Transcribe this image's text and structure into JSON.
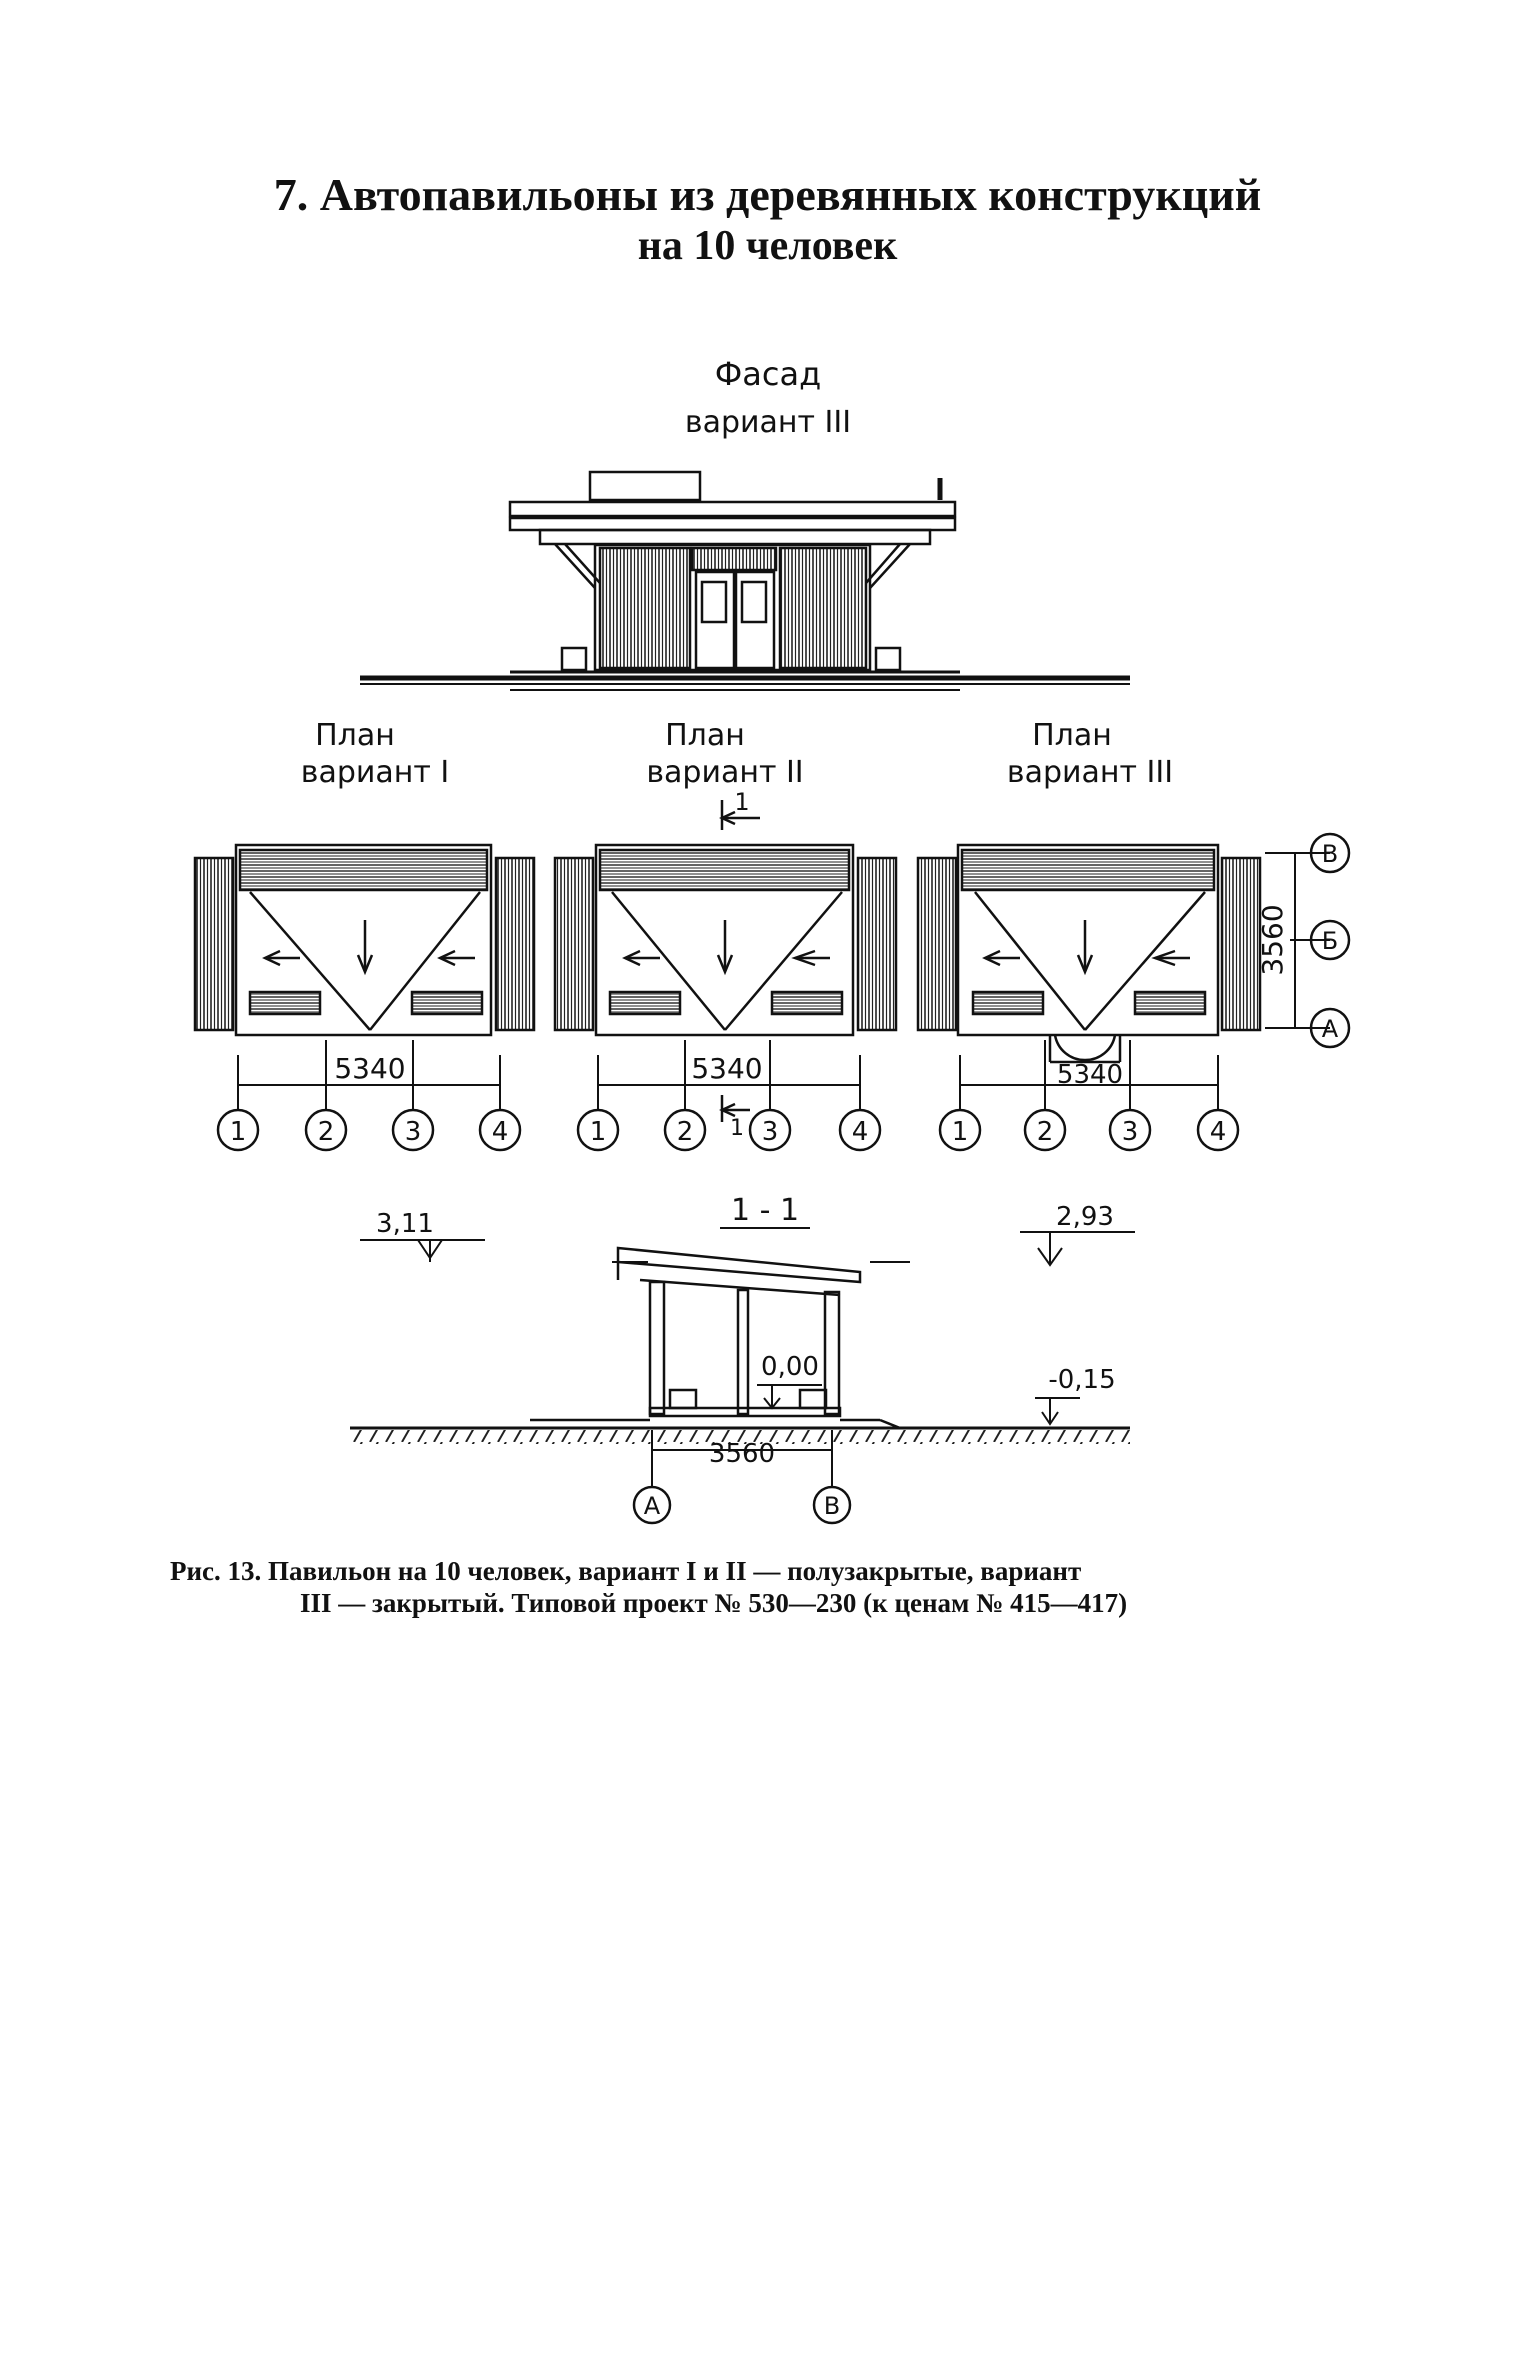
{
  "title": {
    "line1": "7. Автопавильоны из деревянных конструкций",
    "line2": "на 10 человек"
  },
  "facade": {
    "label": "Фасад",
    "variant": "вариант III"
  },
  "plans": [
    {
      "label": "План",
      "variant": "вариант I",
      "dimension": "5340",
      "axes": [
        "1",
        "2",
        "3",
        "4"
      ]
    },
    {
      "label": "План",
      "variant": "вариант II",
      "dimension": "5340",
      "axes": [
        "1",
        "2",
        "3",
        "4"
      ]
    },
    {
      "label": "План",
      "variant": "вариант III",
      "dimension": "5340",
      "axes": [
        "1",
        "2",
        "3",
        "4"
      ]
    }
  ],
  "plan_side": {
    "dimension": "3560",
    "axes": [
      "В",
      "Б",
      "А"
    ]
  },
  "section_mark": {
    "number": "1"
  },
  "section": {
    "title": "1 - 1",
    "level_left": "3,11",
    "level_right": "2,93",
    "level_floor": "0,00",
    "level_ground": "-0,15",
    "dimension": "3560",
    "axes": [
      "А",
      "В"
    ]
  },
  "caption": {
    "line1": "Рис. 13. Павильон на 10 человек, вариант I и II — полузакрытые, вариант",
    "line2": "III — закрытый. Типовой проект № 530—230 (к ценам № 415—417)"
  }
}
